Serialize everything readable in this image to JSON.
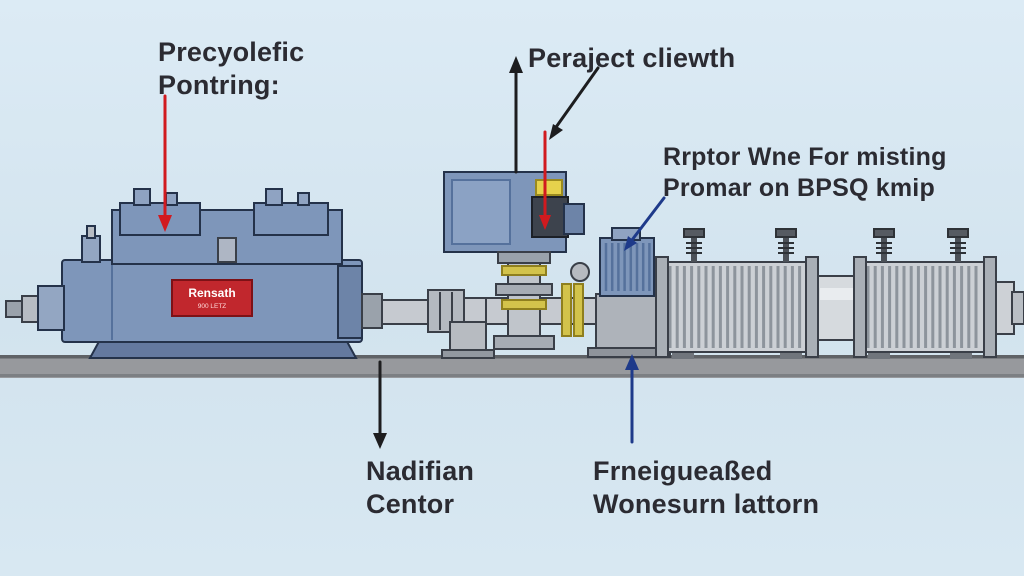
{
  "labels": {
    "top_left_1": "Precyolefic",
    "top_left_2": "Pontring:",
    "top_center": "Peraject cliewth",
    "right_1": "Rrptor Wne For misting",
    "right_2": "Promar on BPSQ kmip",
    "bottom_left_1": "Nadifian",
    "bottom_left_2": "Centor",
    "bottom_center_1": "Frneigueaßed",
    "bottom_center_2": "Wonesurn lattorn"
  },
  "machine": {
    "brand_line1": "Rensath",
    "brand_line2": "900 LETZ"
  },
  "colors": {
    "machine_blue": "#7e96ba",
    "machine_blue_dark": "#55719c",
    "plate_red": "#c1272d",
    "arrow_red": "#d11a1f",
    "arrow_black": "#1d1d1f",
    "arrow_blue": "#1e3a8a",
    "floor_gray": "#97999d"
  }
}
